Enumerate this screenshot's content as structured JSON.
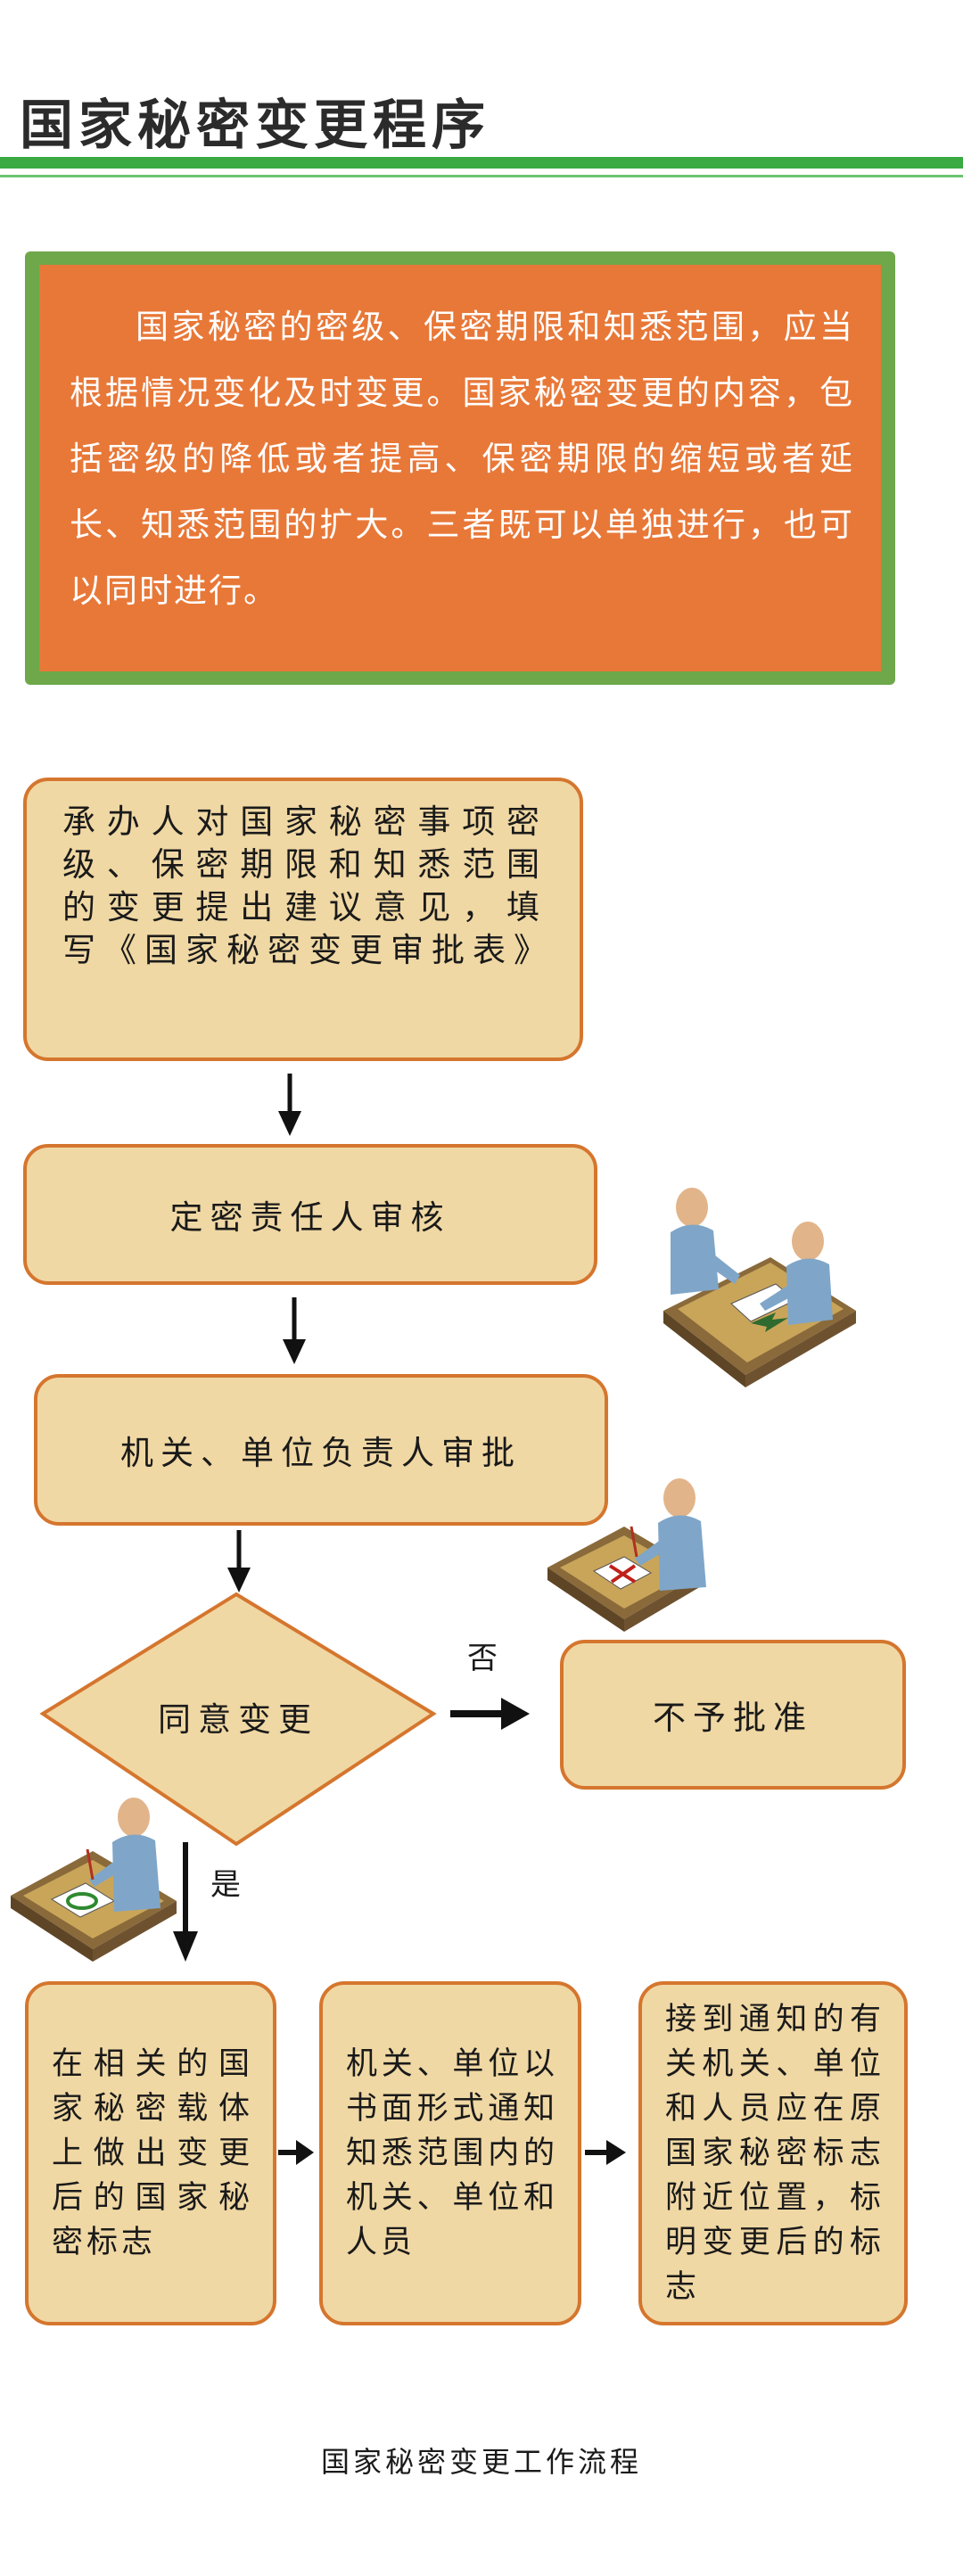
{
  "header": {
    "title": "国家秘密变更程序"
  },
  "intro": {
    "text": "国家秘密的密级、保密期限和知悉范围，应当根据情况变化及时变更。国家秘密变更的内容，包括密级的降低或者提高、保密期限的缩短或者延长、知悉范围的扩大。三者既可以单独进行，也可以同时进行。"
  },
  "flow": {
    "step1": "承办人对国家秘密事项密级、保密期限和知悉范围的变更提出建议意见，填写《国家秘密变更审批表》",
    "step2": "定密责任人审核",
    "step3": "机关、单位负责人审批",
    "decision": "同意变更",
    "no_label": "否",
    "yes_label": "是",
    "reject": "不予批准",
    "step4": "在相关的国家秘密载体上做出变更后的国家秘密标志",
    "step5": "机关、单位以书面形式通知知悉范围内的机关、单位和人员",
    "step6": "接到通知的有关机关、单位和人员应在原国家秘密标志附近位置，标明变更后的标志"
  },
  "caption": "国家秘密变更工作流程",
  "colors": {
    "green": "#3aaa42",
    "orange": "#e87838",
    "box_fill": "#f0d8a4",
    "box_border": "#d5762e"
  }
}
